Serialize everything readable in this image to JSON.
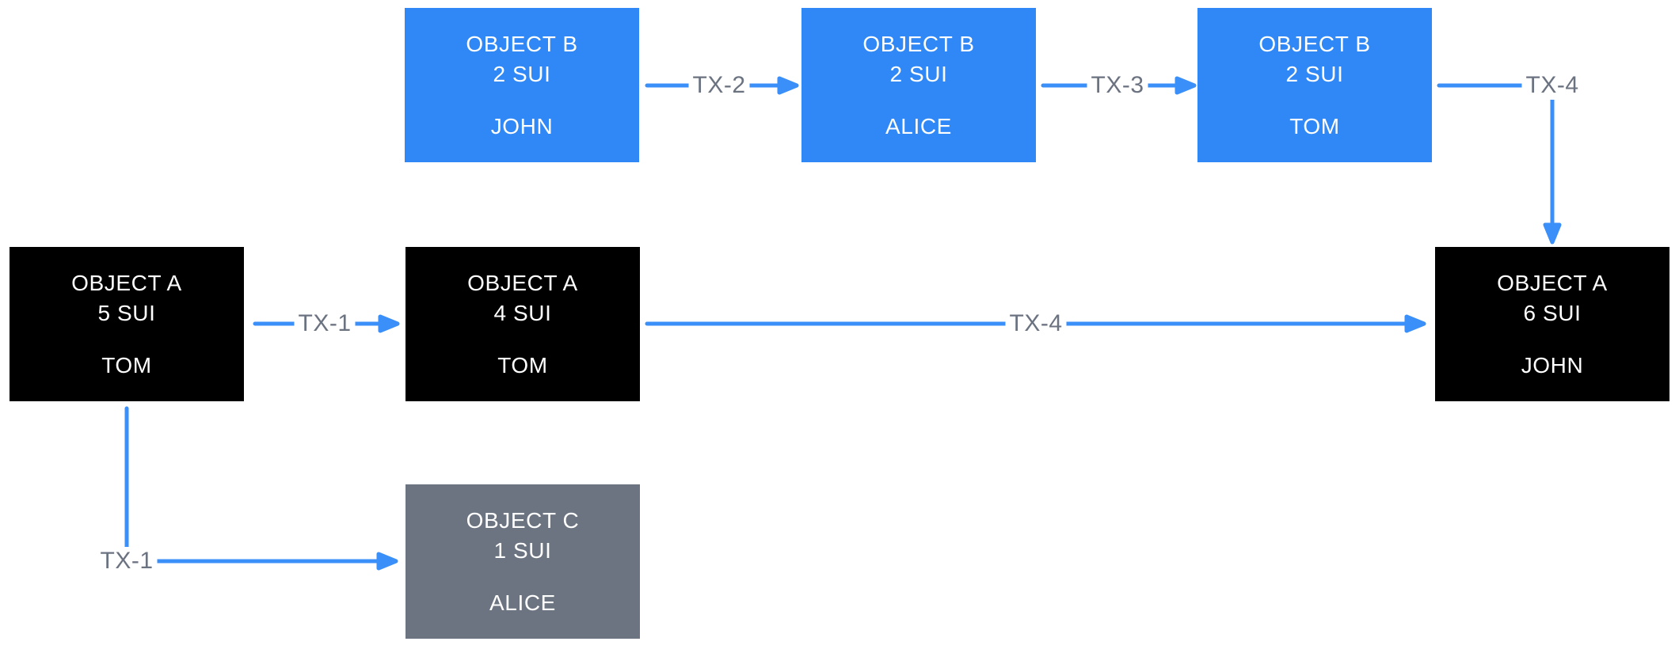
{
  "diagram": {
    "description": "Sui object ownership flow diagram",
    "background": "#ffffff"
  },
  "colors": {
    "object_blue": "#2f88f6",
    "object_black": "#000000",
    "object_gray": "#6b7480",
    "arrow_blue": "#3b8ff8",
    "edge_label_gray": "#6b7280",
    "node_text": "#ffffff"
  },
  "nodes": [
    {
      "id": "object-b-2sui-john",
      "title": "OBJECT B",
      "amount": "2 SUI",
      "owner": "JOHN",
      "variant": "blue"
    },
    {
      "id": "object-b-2sui-alice",
      "title": "OBJECT B",
      "amount": "2 SUI",
      "owner": "ALICE",
      "variant": "blue"
    },
    {
      "id": "object-b-2sui-tom",
      "title": "OBJECT B",
      "amount": "2 SUI",
      "owner": "TOM",
      "variant": "blue"
    },
    {
      "id": "object-a-5sui-tom",
      "title": "OBJECT A",
      "amount": "5 SUI",
      "owner": "TOM",
      "variant": "black"
    },
    {
      "id": "object-a-4sui-tom",
      "title": "OBJECT A",
      "amount": "4 SUI",
      "owner": "TOM",
      "variant": "black"
    },
    {
      "id": "object-a-6sui-john",
      "title": "OBJECT A",
      "amount": "6 SUI",
      "owner": "JOHN",
      "variant": "black"
    },
    {
      "id": "object-c-1sui-alice",
      "title": "OBJECT C",
      "amount": "1 SUI",
      "owner": "ALICE",
      "variant": "gray"
    }
  ],
  "edges": [
    {
      "label": "TX-1",
      "from": "object-a-5sui-tom",
      "to": "object-a-4sui-tom"
    },
    {
      "label": "TX-1",
      "from": "object-a-5sui-tom",
      "to": "object-c-1sui-alice"
    },
    {
      "label": "TX-2",
      "from": "object-b-2sui-john",
      "to": "object-b-2sui-alice"
    },
    {
      "label": "TX-3",
      "from": "object-b-2sui-alice",
      "to": "object-b-2sui-tom"
    },
    {
      "label": "TX-4",
      "from": "object-b-2sui-tom",
      "to": "object-a-6sui-john"
    },
    {
      "label": "TX-4",
      "from": "object-a-4sui-tom",
      "to": "object-a-6sui-john"
    }
  ]
}
